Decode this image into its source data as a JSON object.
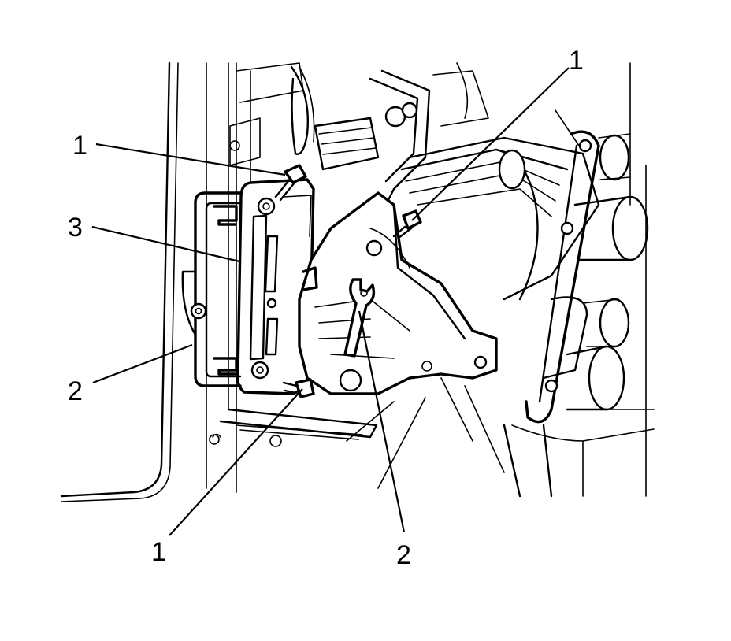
{
  "figure": {
    "colors": {
      "ink": "#000000",
      "background": "#ffffff"
    },
    "callouts": [
      {
        "id": "callout-1-upper-left",
        "label": "1"
      },
      {
        "id": "callout-1-upper-right",
        "label": "1"
      },
      {
        "id": "callout-1-lower",
        "label": "1"
      },
      {
        "id": "callout-3",
        "label": "3"
      },
      {
        "id": "callout-2-left",
        "label": "2"
      },
      {
        "id": "callout-2-lower",
        "label": "2"
      }
    ]
  }
}
